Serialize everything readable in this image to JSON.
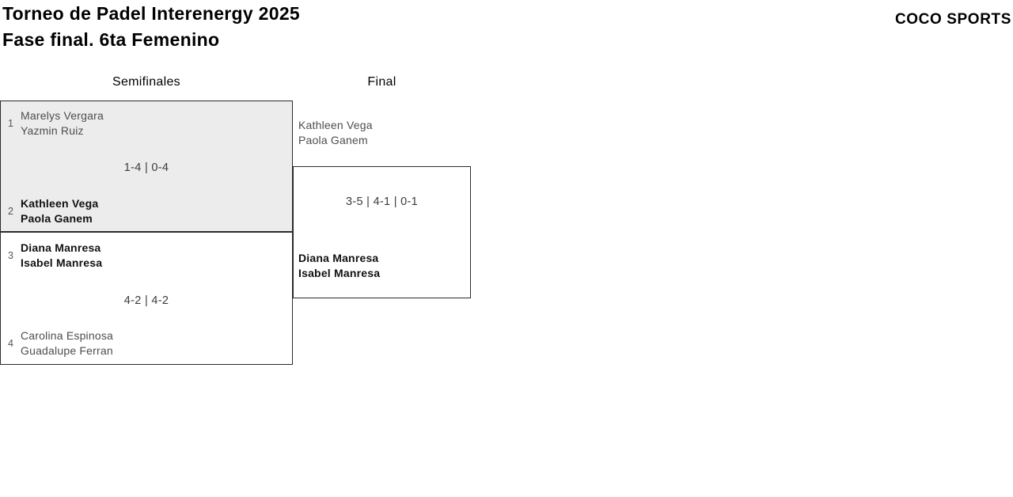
{
  "header": {
    "title_line1": "Torneo de Padel Interenergy 2025",
    "title_line2": "Fase final. 6ta Femenino",
    "brand": "COCO SPORTS"
  },
  "bracket": {
    "rounds": [
      "Semifinales",
      "Final"
    ],
    "semifinals": [
      {
        "score": "1-4 | 0-4",
        "teams": [
          {
            "seed": "1",
            "players": [
              "Marelys Vergara",
              "Yazmin Ruiz"
            ],
            "winner": false
          },
          {
            "seed": "2",
            "players": [
              "Kathleen Vega",
              "Paola Ganem"
            ],
            "winner": true
          }
        ]
      },
      {
        "score": "4-2 | 4-2",
        "teams": [
          {
            "seed": "3",
            "players": [
              "Diana Manresa",
              "Isabel Manresa"
            ],
            "winner": true
          },
          {
            "seed": "4",
            "players": [
              "Carolina Espinosa",
              "Guadalupe Ferran"
            ],
            "winner": false
          }
        ]
      }
    ],
    "final": {
      "score": "3-5 | 4-1 | 0-1",
      "teams": [
        {
          "players": [
            "Kathleen Vega",
            "Paola Ganem"
          ],
          "winner": false
        },
        {
          "players": [
            "Diana Manresa",
            "Isabel Manresa"
          ],
          "winner": true
        }
      ]
    }
  },
  "colors": {
    "box_alt_fill": "#ececec",
    "border": "#2b2b2b",
    "muted_text": "#4d4d4d",
    "text": "#111111",
    "score_text": "#3c3c3c"
  }
}
